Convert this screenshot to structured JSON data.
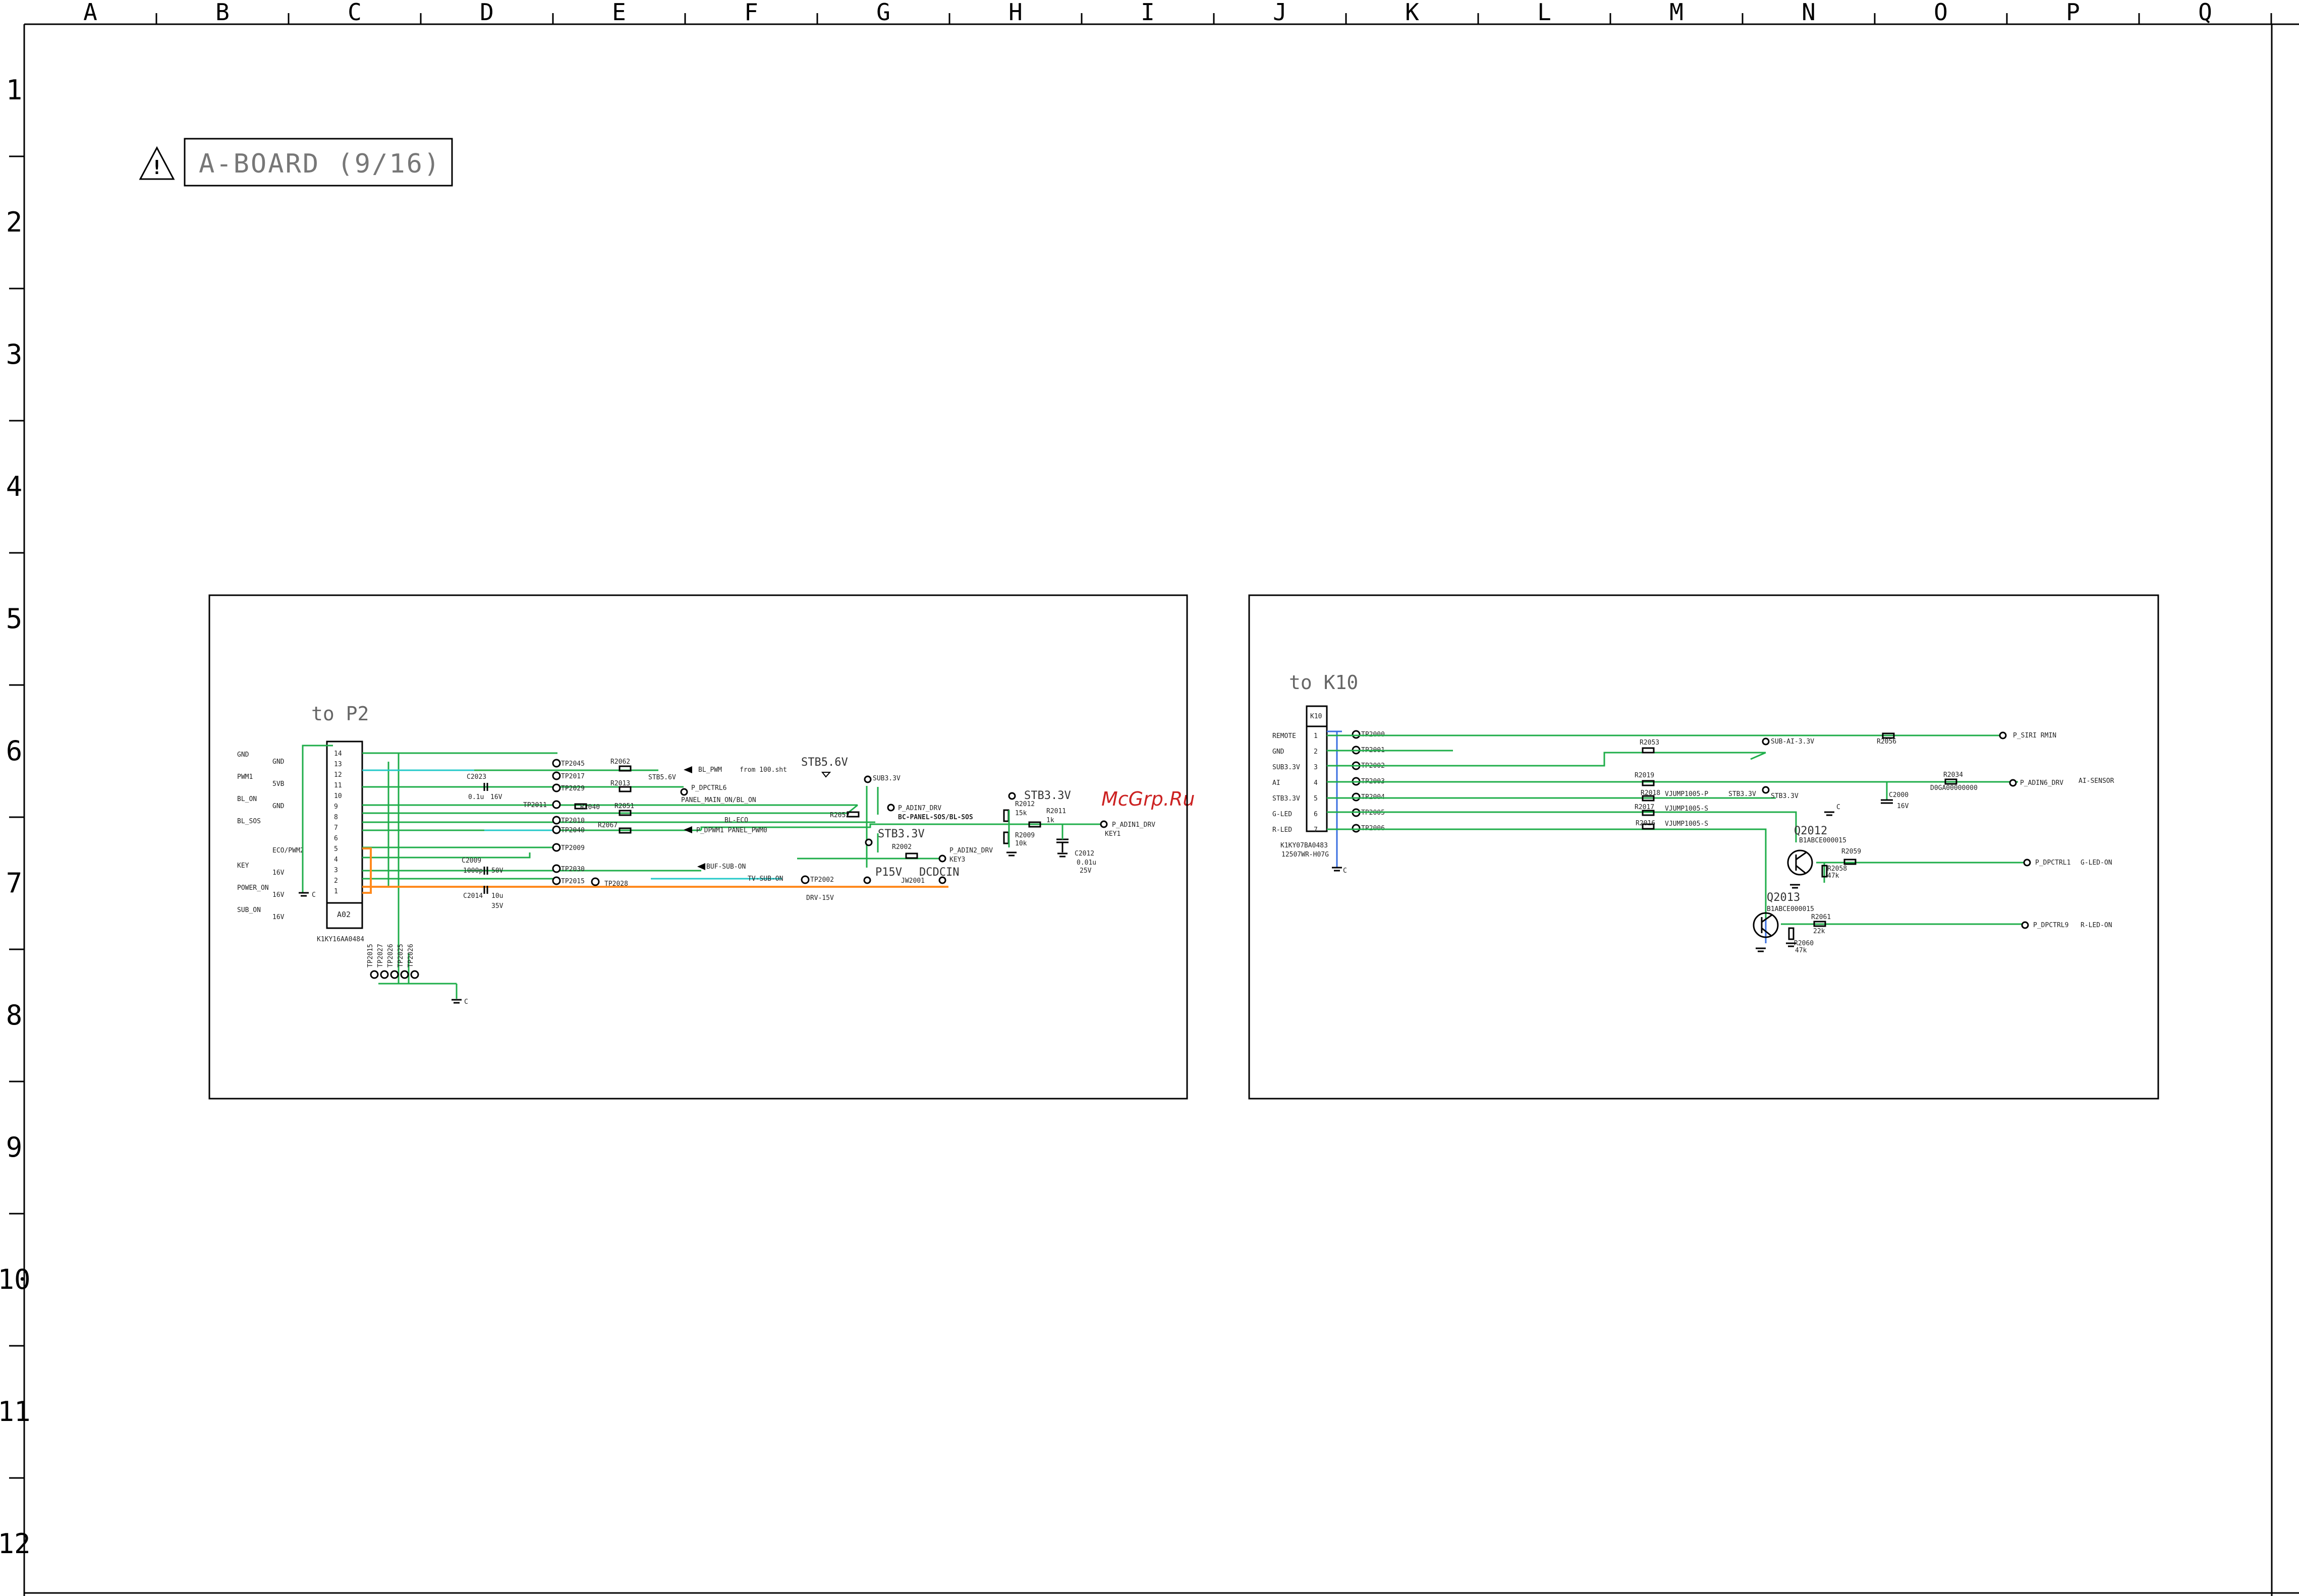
{
  "ruler": {
    "columns": [
      "A",
      "B",
      "C",
      "D",
      "E",
      "F",
      "G",
      "H",
      "I",
      "J",
      "K",
      "L",
      "M",
      "N",
      "O",
      "P",
      "Q"
    ],
    "rows": [
      "1",
      "2",
      "3",
      "4",
      "5",
      "6",
      "7",
      "8",
      "9",
      "10",
      "11",
      "12"
    ]
  },
  "title": {
    "warning_symbol": "!",
    "text": "A-BOARD (9/16)"
  },
  "watermark": "McGrp.Ru",
  "left_block": {
    "heading": "to P2",
    "connector_ref": "A02",
    "connector_part": "K1KY16AA0484",
    "signals": [
      {
        "name": "GND",
        "value": "GND"
      },
      {
        "name": "PWM1",
        "value": "5VB"
      },
      {
        "name": "BL_ON",
        "value": "GND"
      },
      {
        "name": "BL_SOS",
        "value": ""
      },
      {
        "name": "",
        "value": "ECO/PWM2"
      },
      {
        "name": "KEY",
        "value": "16V"
      },
      {
        "name": "POWER_ON",
        "value": "16V"
      },
      {
        "name": "SUB_ON",
        "value": "16V"
      }
    ],
    "pins": [
      "14",
      "13",
      "12",
      "11",
      "10",
      "9",
      "8",
      "7",
      "6",
      "5",
      "4",
      "3",
      "2",
      "1"
    ],
    "testpoints": [
      "TP2045",
      "TP2017",
      "TP2029",
      "TP2011",
      "TP2010",
      "TP2040",
      "TP2009",
      "TP2030",
      "TP2015",
      "TP2028",
      "TP2002"
    ],
    "bottom_testpoints": [
      "TP2015",
      "TP2027",
      "TP2026",
      "TP2025",
      "TP2026"
    ],
    "components": {
      "r2062": "R2062",
      "r2013": "R2013",
      "r2040": "R2040",
      "r2051": "R2051",
      "r2067": "R2067",
      "c2023": "C2023",
      "c2023_val": "0.1u",
      "c2023_v": "16V",
      "c2009": "C2009",
      "c2009_val": "1000p",
      "c2009_v": "50V",
      "c2014": "C2014",
      "c2014_val": "10u",
      "c2014_v": "35V",
      "r2052": "R2052",
      "r2002": "R2002",
      "r2012": "R2012",
      "r2012_val": "15k",
      "r2011": "R2011",
      "r2011_val": "1k",
      "r2009": "R2009",
      "r2009_val": "10k",
      "c2012": "C2012",
      "c2012_val": "0.01u",
      "c2012_v": "25V",
      "jw2001": "JW2001"
    },
    "nets": {
      "stb56": "STB5.6V",
      "stb56b": "STB5.6V",
      "bl_pwm": "BL_PWM",
      "from": "from 100.sht",
      "p_dpctrl6": "P_DPCTRL6",
      "panel_main": "PANEL_MAIN_ON/BL_ON",
      "sub33": "SUB3.3V",
      "p_adin7": "P_ADIN7_DRV",
      "bc_panel": "BC-PANEL-SOS/BL-SOS",
      "bl_eco": "BL-ECO",
      "p_dpwm1": "P_DPWM1 PANEL_PWM0",
      "stb33a": "STB3.3V",
      "stb33b": "STB3.3V",
      "p_adin2": "P_ADIN2_DRV",
      "key3": "KEY3",
      "p_adin1": "P_ADIN1_DRV",
      "key1": "KEY1",
      "buf_sub_on": "BUF-SUB-ON",
      "tv_sub_on": "TV-SUB-ON",
      "p15v": "P15V",
      "dcdcin": "DCDCIN",
      "drv15v": "DRV-15V",
      "c": "C"
    }
  },
  "right_block": {
    "heading": "to K10",
    "connector_ref": "K10",
    "connector_part": "K1KY07BA0483",
    "connector_part2": "12507WR-H07G",
    "signals": [
      "REMOTE",
      "GND",
      "SUB3.3V",
      "AI",
      "STB3.3V",
      "G-LED",
      "R-LED"
    ],
    "pins": [
      "1",
      "2",
      "3",
      "4",
      "5",
      "6",
      "7"
    ],
    "testpoints": [
      "TP2000",
      "TP2001",
      "TP2002",
      "TP2003",
      "TP2004",
      "TP2005",
      "TP2006"
    ],
    "components": {
      "r2053": "R2053",
      "r2056": "R2056",
      "r2019": "R2019",
      "r2018": "R2018",
      "r2017": "R2017",
      "r2016": "R2016",
      "r2034": "R2034",
      "r2034_part": "D0GA00000000",
      "c2000": "C2000",
      "c2000_v": "16V",
      "r2059": "R2059",
      "r2058": "R2058",
      "r2058_val": "47k",
      "r2061": "R2061",
      "r2061_val": "22k",
      "r2060": "R2060",
      "r2060_val": "47k",
      "q2012": "Q2012",
      "q2012_part": "B1ABCE000015",
      "q2013": "Q2013",
      "q2013_part": "B1ABCE000015"
    },
    "nets": {
      "p_sirin": "P_SIRI RMIN",
      "sub_ai": "SUB-AI-3.3V",
      "p_adin6": "P_ADIN6_DRV",
      "ai_sensor": "AI-SENSOR",
      "jump_p": "VJUMP1005-P",
      "jump_s1": "VJUMP1005-S",
      "jump_s2": "VJUMP1005-S",
      "stb33": "STB3.3V",
      "p_dpctrl1": "P_DPCTRL1",
      "g_led_on": "G-LED-ON",
      "p_dpctrl9": "P_DPCTRL9",
      "r_led_on": "R-LED-ON",
      "c": "C"
    }
  }
}
